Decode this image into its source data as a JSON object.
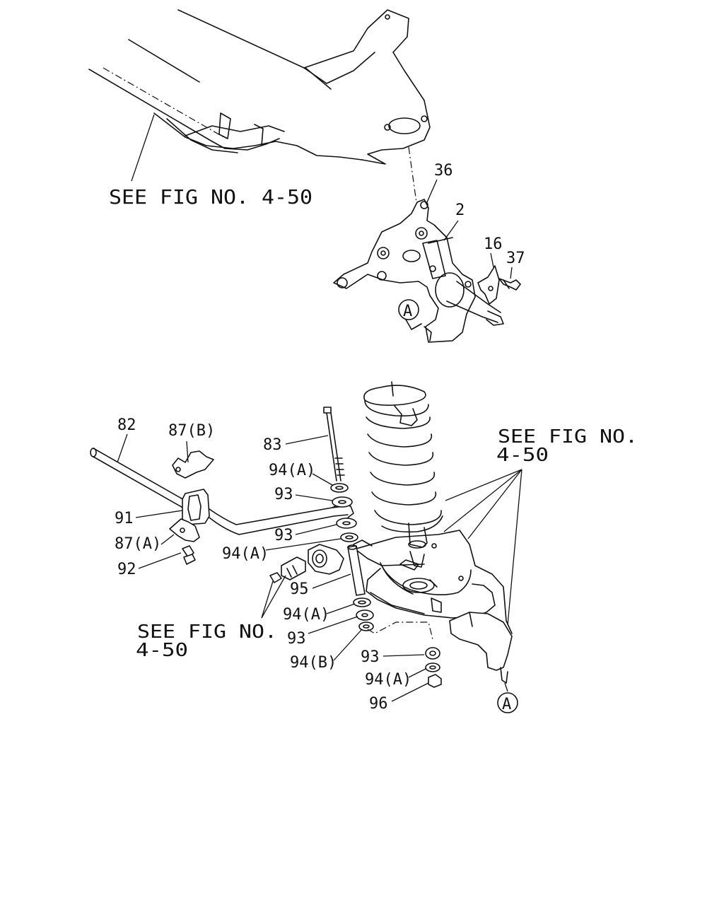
{
  "references": {
    "see_fig_top": "SEE FIG NO. 4-50",
    "see_fig_right_line1": "SEE FIG NO.",
    "see_fig_right_line2": "4-50",
    "see_fig_left_line1": "SEE FIG NO.",
    "see_fig_left_line2": "4-50"
  },
  "callouts": {
    "c36": "36",
    "c2": "2",
    "c16": "16",
    "c37": "37",
    "cA_top": "A",
    "c82": "82",
    "c87b": "87(B)",
    "c83": "83",
    "c94a_1": "94(A)",
    "c93_1": "93",
    "c91": "91",
    "c93_2": "93",
    "c87a": "87(A)",
    "c94a_2": "94(A)",
    "c92": "92",
    "c95": "95",
    "c94a_3": "94(A)",
    "c93_3": "93",
    "c94b": "94(B)",
    "c93_4": "93",
    "c94a_4": "94(A)",
    "c96": "96",
    "cA_bottom": "A"
  }
}
